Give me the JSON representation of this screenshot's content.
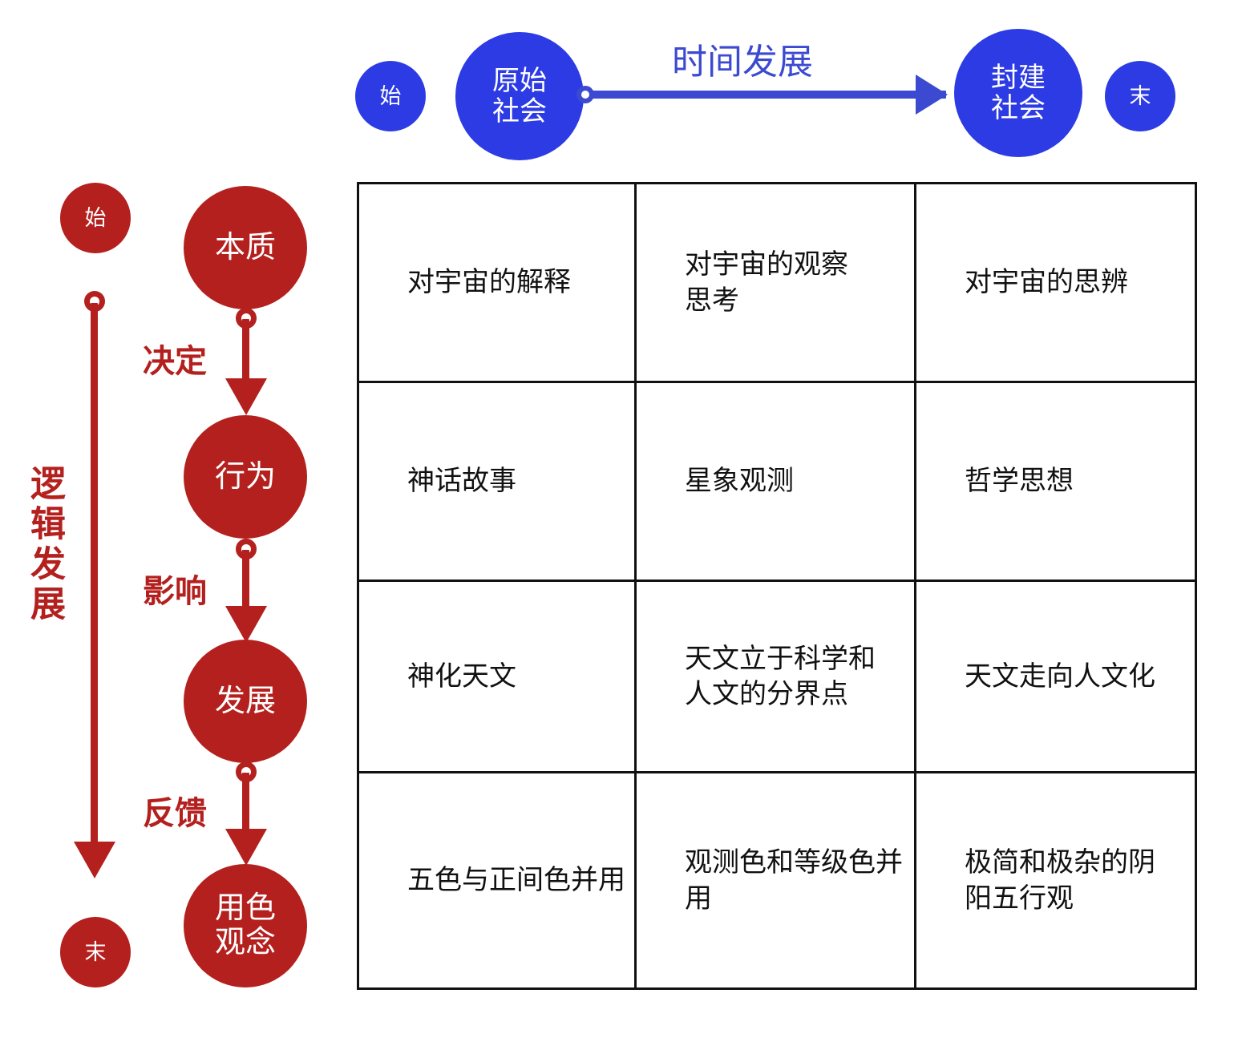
{
  "timeline": {
    "start_marker": "始",
    "end_marker": "末",
    "arrow_label": "时间发展",
    "nodes": [
      {
        "label": "原始\n社会"
      },
      {
        "label": "封建\n社会"
      }
    ],
    "color": "#2C3BE4",
    "arrow_color": "#3B4AD0"
  },
  "logic_chain": {
    "start_marker": "始",
    "end_marker": "末",
    "axis_label": "逻辑发展",
    "color": "#B4201E",
    "nodes": [
      {
        "label": "本质"
      },
      {
        "label": "行为"
      },
      {
        "label": "发展"
      },
      {
        "label": "用色\n观念"
      }
    ],
    "connectors": [
      {
        "label": "决定"
      },
      {
        "label": "影响"
      },
      {
        "label": "反馈"
      }
    ]
  },
  "matrix": {
    "rows": [
      {
        "cells": [
          "对宇宙的解释",
          "对宇宙的观察\n思考",
          "对宇宙的思辨"
        ]
      },
      {
        "cells": [
          "神话故事",
          "星象观测",
          "哲学思想"
        ]
      },
      {
        "cells": [
          "神化天文",
          "天文立于科学和\n人文的分界点",
          "天文走向人文化"
        ]
      },
      {
        "cells": [
          "五色与正间色并用",
          "观测色和等级色并用",
          "极简和极杂的阴\n阳五行观"
        ]
      }
    ]
  }
}
